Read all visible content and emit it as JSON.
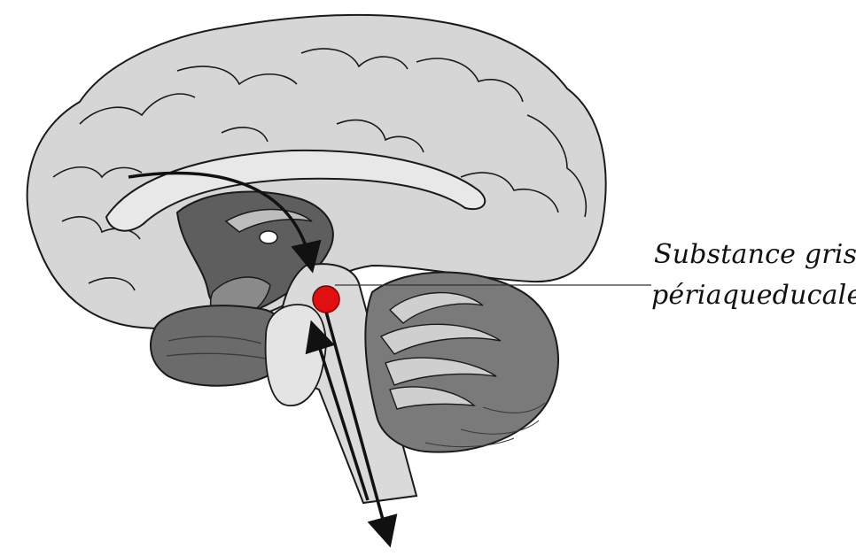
{
  "diagram": {
    "label_lines": [
      "Substance grise",
      "périaqueducale"
    ]
  },
  "colors": {
    "outline": "#1a1a1a",
    "cortex_fill": "#d6d6d6",
    "corpus_callosum_fill": "#e8e8e8",
    "ventricle_dark": "#5e5e5e",
    "ventricle_mid": "#8a8a8a",
    "temporal_fill": "#6b6b6b",
    "cerebellum_fill": "#7a7a7a",
    "brainstem_fill": "#dadada",
    "pag_marker": "#e01010",
    "arrow": "#111111"
  },
  "icons": {
    "marker": "red-dot",
    "pathway": "arrow"
  }
}
